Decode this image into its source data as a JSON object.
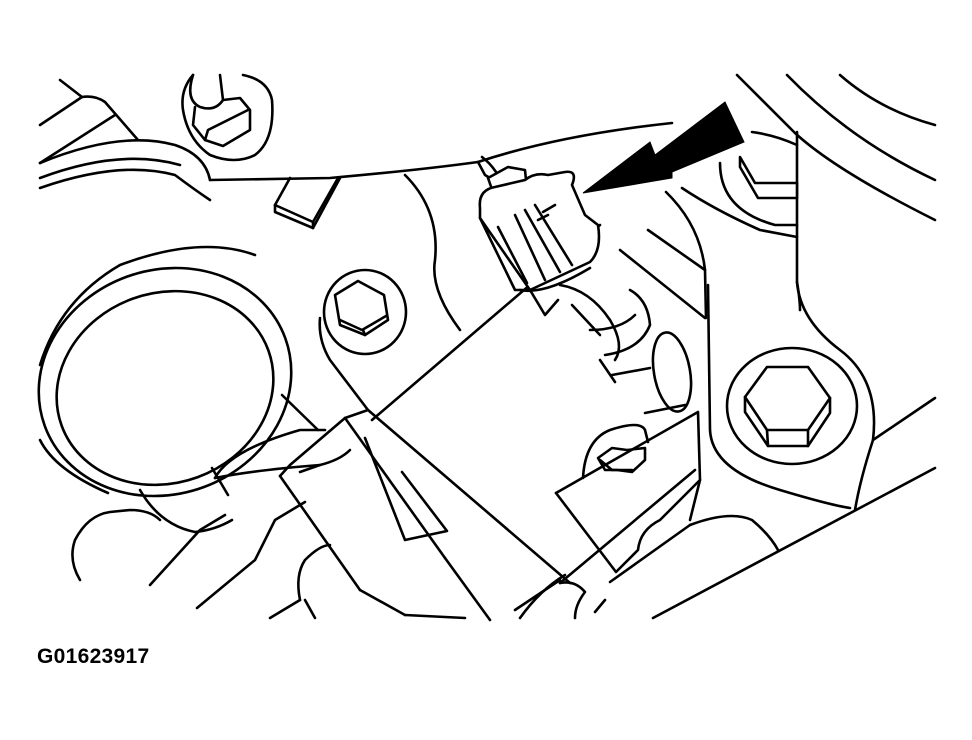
{
  "figure": {
    "id_label": "G01623917",
    "description": "Line drawing of engine component with electrical sensor connector, indicated by black arrow",
    "colors": {
      "line": "#000000",
      "background": "#ffffff",
      "arrow": "#000000"
    }
  },
  "callouts": [
    {
      "type": "arrow",
      "icon": "arrow-pointer-icon",
      "points_to": "sensor-connector"
    }
  ]
}
